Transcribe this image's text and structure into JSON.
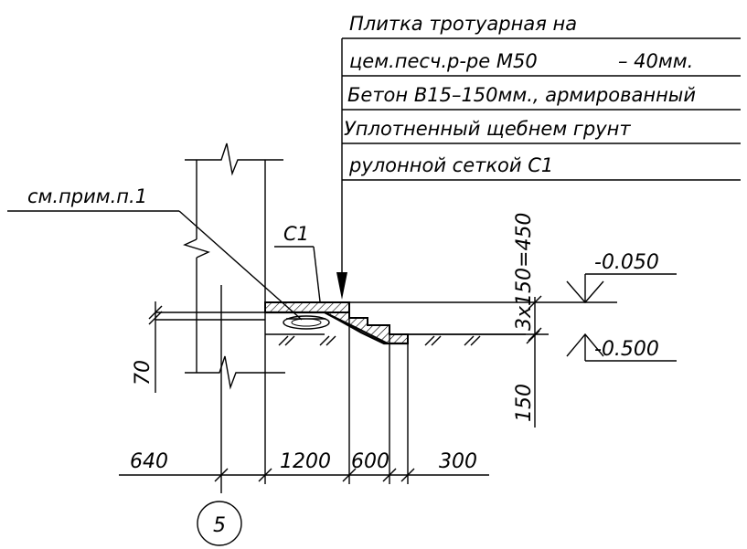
{
  "notes": {
    "line1": "Плитка тротуарная на",
    "line2_left": "цем.песч.р-ре М50",
    "line2_right": "– 40мм.",
    "line3": "Бетон В15–150мм., армированный",
    "line4": "Уплотненный щебнем грунт",
    "line5": "рулонной сеткой С1"
  },
  "callouts": {
    "see_note": "см.прим.п.1",
    "mesh": "С1"
  },
  "levels": {
    "top": "-0.050",
    "bottom": "-0.500"
  },
  "dimensions": {
    "steps": "3х150=450",
    "vertical_70": "70",
    "vertical_150": "150",
    "d640": "640",
    "d1200": "1200",
    "d600": "600",
    "d300": "300"
  },
  "axis": {
    "label": "5"
  },
  "colors": {
    "ink": "#000000",
    "paper": "#ffffff"
  }
}
